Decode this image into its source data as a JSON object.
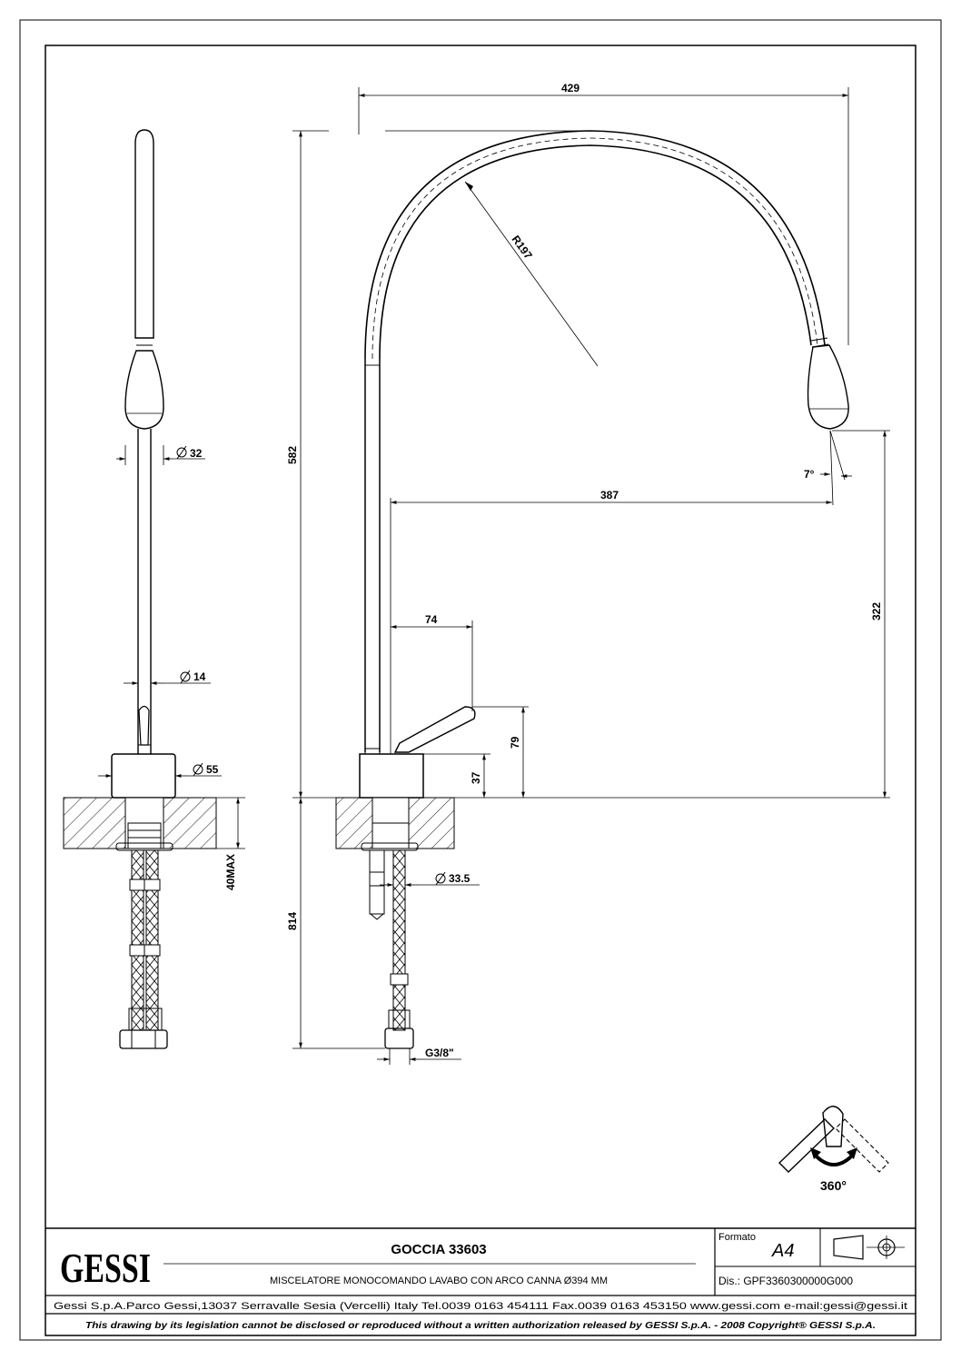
{
  "dimensions": {
    "d32": "32",
    "d14": "14",
    "d55": "55",
    "max40": "40MAX",
    "h582": "582",
    "w429": "429",
    "r197": "R197",
    "ang7": "7°",
    "w387": "387",
    "h322": "322",
    "w74": "74",
    "h79": "79",
    "h37": "37",
    "h814": "814",
    "d33_5": "33.5",
    "g38": "G3/8\""
  },
  "rotation_label": "360°",
  "title_block": {
    "logo_text": "GESSI",
    "product": "GOCCIA 33603",
    "description": "MISCELATORE MONOCOMANDO LAVABO CON ARCO CANNA Ø394 MM",
    "formato_label": "Formato",
    "formato_value": "A4",
    "drawing_no": "Dis.: GPF3360300000G000",
    "company_line": "Gessi S.p.A.Parco Gessi,13037 Serravalle Sesia (Vercelli) Italy Tel.0039 0163 454111 Fax.0039 0163 453150 www.gessi.com e-mail:gessi@gessi.it",
    "copyright": "This drawing by its legislation cannot be disclosed or reproduced without a written authorization released by GESSI S.p.A. - 2008 Copyright® GESSI S.p.A."
  }
}
